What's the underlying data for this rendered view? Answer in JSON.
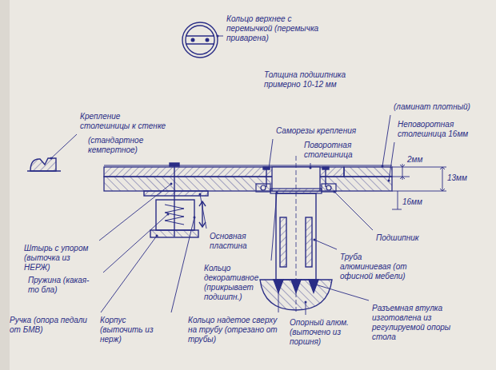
{
  "diagram": {
    "labels": [
      "Кольцо верхнее с перемычкой (перемычка приварена)",
      "Толщина подшипника примерно 10-12 мм",
      "Крепление столешницы к стенке",
      "(стандартное кемпертное)",
      "Саморезы крепления",
      "Поворотная столешница",
      "(ламинат плотный)",
      "Неповоротная столешница 16мм",
      "2мм",
      "13мм",
      "16мм",
      "Подшипник",
      "Штырь с упором (выточка из НЕРЖ)",
      "Пружина (какая-то бла)",
      "Ручка (опора педали от БМВ)",
      "Корпус (выточить из нерж)",
      "Основная пластина",
      "Кольцо декоративное (прикрывает подшипн.)",
      "Кольцо надетое сверху на трубу (отрезано от трубы)",
      "Опорный алюм. (выточено из поршня)",
      "Труба алюминиевая (от офисной мебели)",
      "Разъемная втулка изготовлена из регулируемой опоры стола"
    ]
  }
}
